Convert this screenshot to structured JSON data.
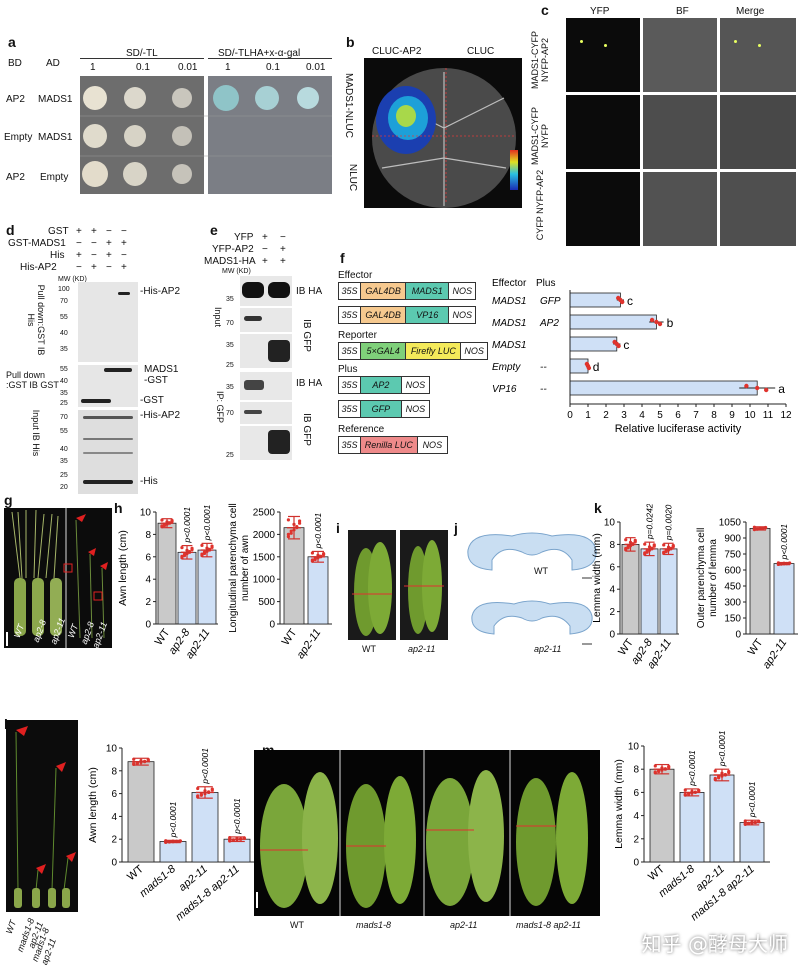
{
  "panels": {
    "a": {
      "letter": "a",
      "bd": "BD",
      "ad": "AD",
      "media_left": "SD/-TL",
      "media_right": "SD/-TLHA+x-α-gal",
      "dilutions": [
        "1",
        "0.1",
        "0.01"
      ],
      "rows": [
        {
          "bd": "AP2",
          "ad": "MADS1"
        },
        {
          "bd": "Empty",
          "ad": "MADS1"
        },
        {
          "bd": "AP2",
          "ad": "Empty"
        }
      ]
    },
    "b": {
      "letter": "b",
      "top_left": "CLUC-AP2",
      "top_right": "CLUC",
      "side_top": "MADS1-NLUC",
      "side_bottom": "NLUC"
    },
    "c": {
      "letter": "c",
      "cols": [
        "YFP",
        "BF",
        "Merge"
      ],
      "rows": [
        "MADS1-CYFP NYFP-AP2",
        "MADS1-CYFP NYFP",
        "CYFP NYFP-AP2"
      ]
    },
    "d": {
      "letter": "d",
      "row_labels": [
        "GST",
        "GST-MADS1",
        "His",
        "His-AP2"
      ],
      "signs": [
        [
          "+",
          "+",
          "−",
          "−"
        ],
        [
          "−",
          "−",
          "+",
          "+"
        ],
        [
          "+",
          "−",
          "+",
          "−"
        ],
        [
          "−",
          "+",
          "−",
          "+"
        ]
      ],
      "mw_label": "MW (KD)",
      "mw_top": [
        "100",
        "70",
        "55",
        "40",
        "35"
      ],
      "mw_mid": [
        "55",
        "40"
      ],
      "mw_bot": [
        "35",
        "25",
        "70",
        "55",
        "40",
        "35",
        "25",
        "20"
      ],
      "side_top": "Pull down:GST IB His",
      "side_mid": "Pull down :GST IB GST",
      "side_bot": "Input IB His",
      "right_labels": [
        "-His-AP2",
        "MADS1 -GST",
        "-GST",
        "-His-AP2",
        "-His"
      ]
    },
    "e": {
      "letter": "e",
      "row_labels": [
        "YFP",
        "YFP-AP2",
        "MADS1-HA"
      ],
      "signs": [
        [
          "+",
          "−"
        ],
        [
          "−",
          "+"
        ],
        [
          "+",
          "+"
        ]
      ],
      "mw_label": "MW (KD)",
      "mw": [
        "35",
        "70",
        "35",
        "25",
        "35",
        "70",
        "25"
      ],
      "side_input": "Input",
      "side_ip": "IP: GFP",
      "right_labels": [
        "IB HA",
        "IB GFP",
        "IB HA",
        "IB GFP"
      ]
    },
    "f": {
      "letter": "f",
      "section_labels": [
        "Effector",
        "Reporter",
        "Plus",
        "Reference"
      ],
      "effector_constructs": [
        [
          "35S",
          "GAL4DB",
          "MADS1",
          "NOS"
        ],
        [
          "35S",
          "GAL4DB",
          "VP16",
          "NOS"
        ]
      ],
      "reporter_construct": [
        "35S",
        "5×GAL4",
        "Firefly LUC",
        "NOS"
      ],
      "plus_constructs": [
        [
          "35S",
          "AP2",
          "NOS"
        ],
        [
          "35S",
          "GFP",
          "NOS"
        ]
      ],
      "reference_construct": [
        "35S",
        "Renilla LUC",
        "NOS"
      ],
      "head_effector": "Effector",
      "head_plus": "Plus"
    },
    "g": {
      "letter": "g",
      "labels": [
        "WT",
        "ap2-8",
        "ap2-11",
        "WT",
        "ap2-8",
        "ap2-11"
      ]
    },
    "i": {
      "letter": "i",
      "labels": [
        "WT",
        "ap2-11"
      ]
    },
    "j": {
      "letter": "j",
      "labels": [
        "WT",
        "ap2-11"
      ]
    },
    "l": {
      "letter": "l",
      "labels": [
        "WT",
        "mads1-8",
        "ap2-11",
        "mads1-8 ap2-11"
      ]
    },
    "m": {
      "letter": "m",
      "labels": [
        "WT",
        "mads1-8",
        "ap2-11",
        "mads1-8 ap2-11"
      ]
    },
    "h": {
      "letter": "h"
    },
    "k": {
      "letter": "k"
    }
  },
  "chart_data": [
    {
      "id": "f",
      "type": "bar",
      "orientation": "horizontal",
      "categories": [
        {
          "effector": "MADS1",
          "plus": "GFP"
        },
        {
          "effector": "MADS1",
          "plus": "AP2"
        },
        {
          "effector": "MADS1",
          "plus": ""
        },
        {
          "effector": "Empty",
          "plus": "--"
        },
        {
          "effector": "VP16",
          "plus": "--"
        }
      ],
      "values": [
        2.8,
        4.8,
        2.6,
        1.0,
        10.4
      ],
      "errors": [
        0.2,
        0.4,
        0.2,
        0.1,
        1.0
      ],
      "sig_letters": [
        "c",
        "b",
        "c",
        "d",
        "a"
      ],
      "xlabel": "Relative luciferase activity",
      "xlim": [
        0,
        12
      ],
      "xticks": [
        "0",
        "1",
        "2",
        "3",
        "4",
        "5",
        "6",
        "7",
        "8",
        "9",
        "10",
        "11",
        "12"
      ]
    },
    {
      "id": "h1",
      "type": "bar",
      "categories": [
        "WT",
        "ap2-8",
        "ap2-11"
      ],
      "values": [
        9.0,
        6.4,
        6.6
      ],
      "errors": [
        0.4,
        0.6,
        0.6
      ],
      "annotations": [
        "",
        "p<0.0001",
        "p<0.0001"
      ],
      "ylabel": "Awn length (cm)",
      "ylim": [
        0,
        10
      ],
      "yticks": [
        "0",
        "2",
        "4",
        "6",
        "8",
        "10"
      ]
    },
    {
      "id": "h2",
      "type": "bar",
      "categories": [
        "WT",
        "ap2-11"
      ],
      "values": [
        2150,
        1500
      ],
      "errors": [
        250,
        120
      ],
      "annotations": [
        "",
        "p<0.0001"
      ],
      "ylabel": "Longitudinal parenchyma cell number of awn",
      "ylim": [
        0,
        2500
      ],
      "yticks": [
        "0",
        "500",
        "1000",
        "1500",
        "2000",
        "2500"
      ]
    },
    {
      "id": "k1",
      "type": "bar",
      "categories": [
        "WT",
        "ap2-8",
        "ap2-11"
      ],
      "values": [
        8.0,
        7.6,
        7.6
      ],
      "errors": [
        0.6,
        0.6,
        0.5
      ],
      "annotations": [
        "",
        "p=0.0242",
        "p=0.0020"
      ],
      "ylabel": "Lemma width (mm)",
      "ylim": [
        0,
        10
      ],
      "yticks": [
        "0",
        "2",
        "4",
        "6",
        "8",
        "10"
      ]
    },
    {
      "id": "k2",
      "type": "bar",
      "categories": [
        "WT",
        "ap2-11"
      ],
      "values": [
        990,
        660
      ],
      "errors": [
        15,
        10
      ],
      "annotations": [
        "",
        "p<0.0001"
      ],
      "ylabel": "Outer parenchyma cell number of lemma",
      "ylim": [
        0,
        1050
      ],
      "yticks": [
        "0",
        "150",
        "300",
        "450",
        "600",
        "750",
        "900",
        "1050"
      ]
    },
    {
      "id": "l",
      "type": "bar",
      "categories": [
        "WT",
        "mads1-8",
        "ap2-11",
        "mads1-8 ap2-11"
      ],
      "values": [
        8.8,
        1.8,
        6.1,
        2.0
      ],
      "errors": [
        0.3,
        0.1,
        0.5,
        0.2
      ],
      "annotations": [
        "",
        "p<0.0001",
        "p<0.0001",
        "p<0.0001"
      ],
      "ylabel": "Awn length (cm)",
      "ylim": [
        0,
        10
      ],
      "yticks": [
        "0",
        "2",
        "4",
        "6",
        "8",
        "10"
      ]
    },
    {
      "id": "m",
      "type": "bar",
      "categories": [
        "WT",
        "mads1-8",
        "ap2-11",
        "mads1-8 ap2-11"
      ],
      "values": [
        8.0,
        6.0,
        7.5,
        3.4
      ],
      "errors": [
        0.4,
        0.3,
        0.5,
        0.2
      ],
      "annotations": [
        "",
        "p<0.0001",
        "p<0.0001",
        "p<0.0001"
      ],
      "ylabel": "Lemma width (mm)",
      "ylim": [
        0,
        10
      ],
      "yticks": [
        "0",
        "2",
        "4",
        "6",
        "8",
        "10"
      ]
    }
  ],
  "colors": {
    "wt_bar": "#c9c9c9",
    "mut_bar": "#cfe0f6",
    "err": "#d0312d",
    "dot": "#e0332d"
  },
  "watermark": "知乎 @酵母大师"
}
